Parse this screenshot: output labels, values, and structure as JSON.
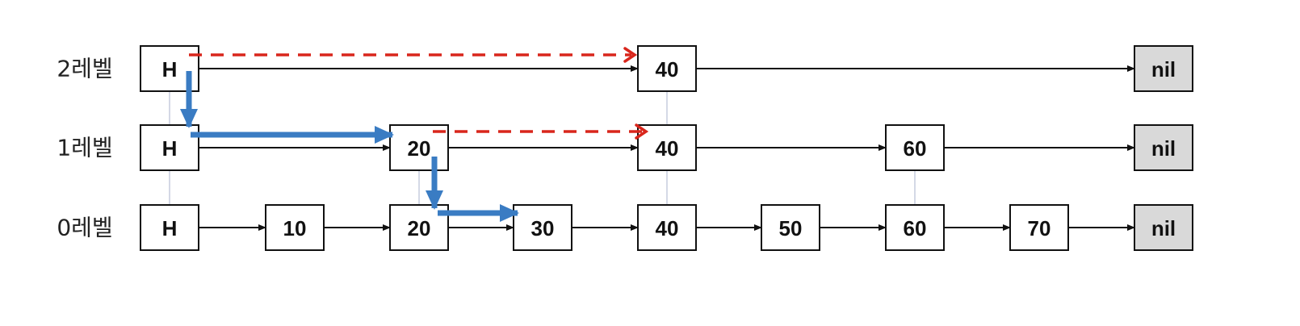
{
  "levels": [
    {
      "label": "2레벨",
      "nodes": [
        "H",
        "40",
        "nil"
      ]
    },
    {
      "label": "1레벨",
      "nodes": [
        "H",
        "20",
        "40",
        "60",
        "nil"
      ]
    },
    {
      "label": "0레벨",
      "nodes": [
        "H",
        "10",
        "20",
        "30",
        "40",
        "50",
        "60",
        "70",
        "nil"
      ]
    }
  ],
  "colors": {
    "node_fill": "#ffffff",
    "nil_fill": "#d9d9d9",
    "link": "#111111",
    "search_path_blue": "#3a7cc3",
    "search_path_red_dashed": "#d9261c",
    "level_connector": "#b8bfd6"
  }
}
